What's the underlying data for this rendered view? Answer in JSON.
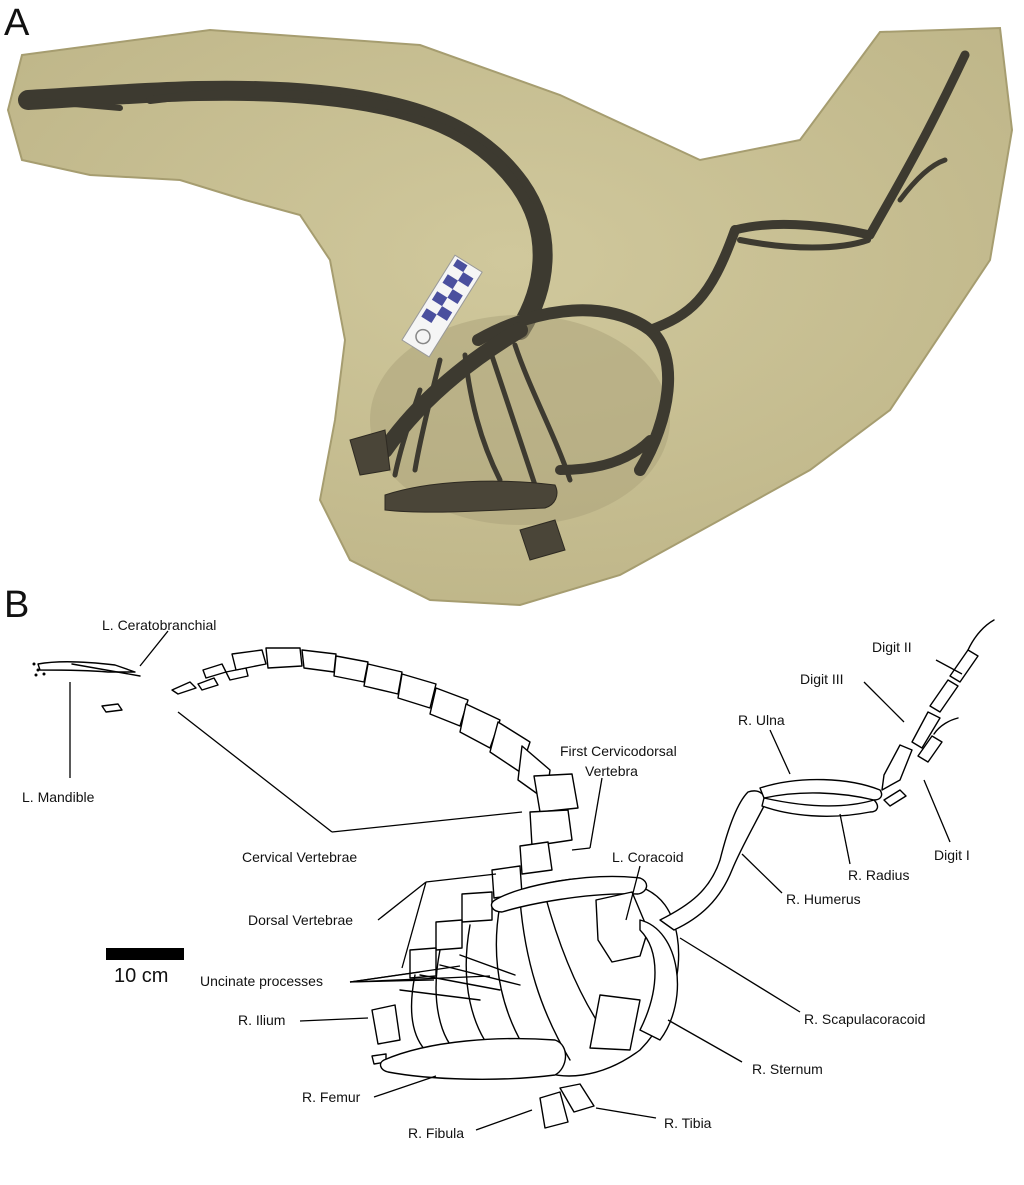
{
  "panels": {
    "a": {
      "letter": "A"
    },
    "b": {
      "letter": "B"
    }
  },
  "scale_bar": {
    "label": "10 cm"
  },
  "labels": {
    "l_ceratobranchial": "L. Ceratobranchial",
    "l_mandible": "L. Mandible",
    "cervical_vertebrae": "Cervical Vertebrae",
    "first_cervicodorsal_1": "First Cervicodorsal",
    "first_cervicodorsal_2": "Vertebra",
    "l_coracoid": "L. Coracoid",
    "dorsal_vertebrae": "Dorsal Vertebrae",
    "uncinate_processes": "Uncinate processes",
    "r_ilium": "R. Ilium",
    "r_femur": "R. Femur",
    "r_fibula": "R. Fibula",
    "r_tibia": "R. Tibia",
    "r_sternum": "R. Sternum",
    "r_scapulacoracoid": "R. Scapulacoracoid",
    "r_humerus": "R. Humerus",
    "r_radius": "R. Radius",
    "r_ulna": "R. Ulna",
    "digit_i": "Digit I",
    "digit_ii": "Digit II",
    "digit_iii": "Digit III"
  },
  "colors": {
    "matrix_rock": "#c9c194",
    "bone_dark": "#4a4538",
    "scale_card_blue": "#4a4f9e"
  }
}
